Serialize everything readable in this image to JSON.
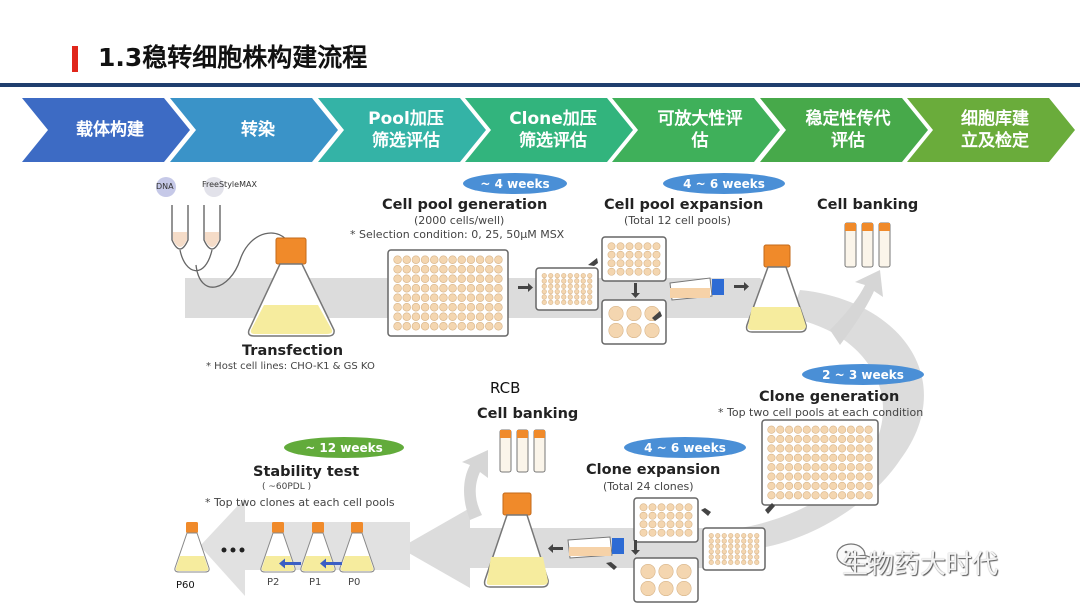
{
  "title": "1.3稳转细胞株构建流程",
  "steps": [
    {
      "label": "载体构建",
      "color": "#3d6bc4"
    },
    {
      "label": "转染",
      "color": "#3a93c8"
    },
    {
      "label": "Pool加压\n筛选评估",
      "color": "#34b3a6"
    },
    {
      "label": "Clone加压\n筛选评估",
      "color": "#32b47d"
    },
    {
      "label": "可放大性评\n估",
      "color": "#3fb05a"
    },
    {
      "label": "稳定性传代\n评估",
      "color": "#47a94a"
    },
    {
      "label": "细胞库建\n立及检定",
      "color": "#6aac3b"
    }
  ],
  "diagram": {
    "transfection": {
      "dna": "DNA",
      "reagent": "FreeStyleMAX",
      "title": "Transfection",
      "note": "* Host cell lines: CHO-K1 & GS KO"
    },
    "cell_pool_generation": {
      "duration": "~ 4 weeks",
      "title": "Cell pool generation",
      "sub": "(2000 cells/well)",
      "note": "* Selection condition: 0, 25, 50μM MSX"
    },
    "cell_pool_expansion": {
      "duration": "4 ~ 6 weeks",
      "title": "Cell pool expansion",
      "sub": "(Total 12 cell pools)"
    },
    "cell_banking_top": {
      "title": "Cell banking"
    },
    "clone_generation": {
      "duration": "2 ~ 3 weeks",
      "title": "Clone generation",
      "note": "* Top two cell pools at each condition"
    },
    "clone_expansion": {
      "duration": "4 ~ 6 weeks",
      "title": "Clone expansion",
      "sub": "(Total 24 clones)"
    },
    "cell_banking_rcb": {
      "label": "RCB",
      "title": "Cell banking"
    },
    "stability_test": {
      "duration": "~ 12 weeks",
      "title": "Stability test",
      "sub": "( ~60PDL )",
      "note": "* Top two clones at each cell pools",
      "passages": [
        "P60",
        "P2",
        "P1",
        "P0"
      ],
      "ellipsis": "•••"
    }
  },
  "colors": {
    "pill_blue": "#4a8fd6",
    "pill_green": "#62ab3b",
    "flask_cap": "#f08a2a",
    "medium": "#f6ec9e",
    "well": "#f4d6b0",
    "track": "#d9d9d9"
  },
  "watermark": {
    "text": "生物药大时代",
    "icon": "wechat-icon"
  }
}
